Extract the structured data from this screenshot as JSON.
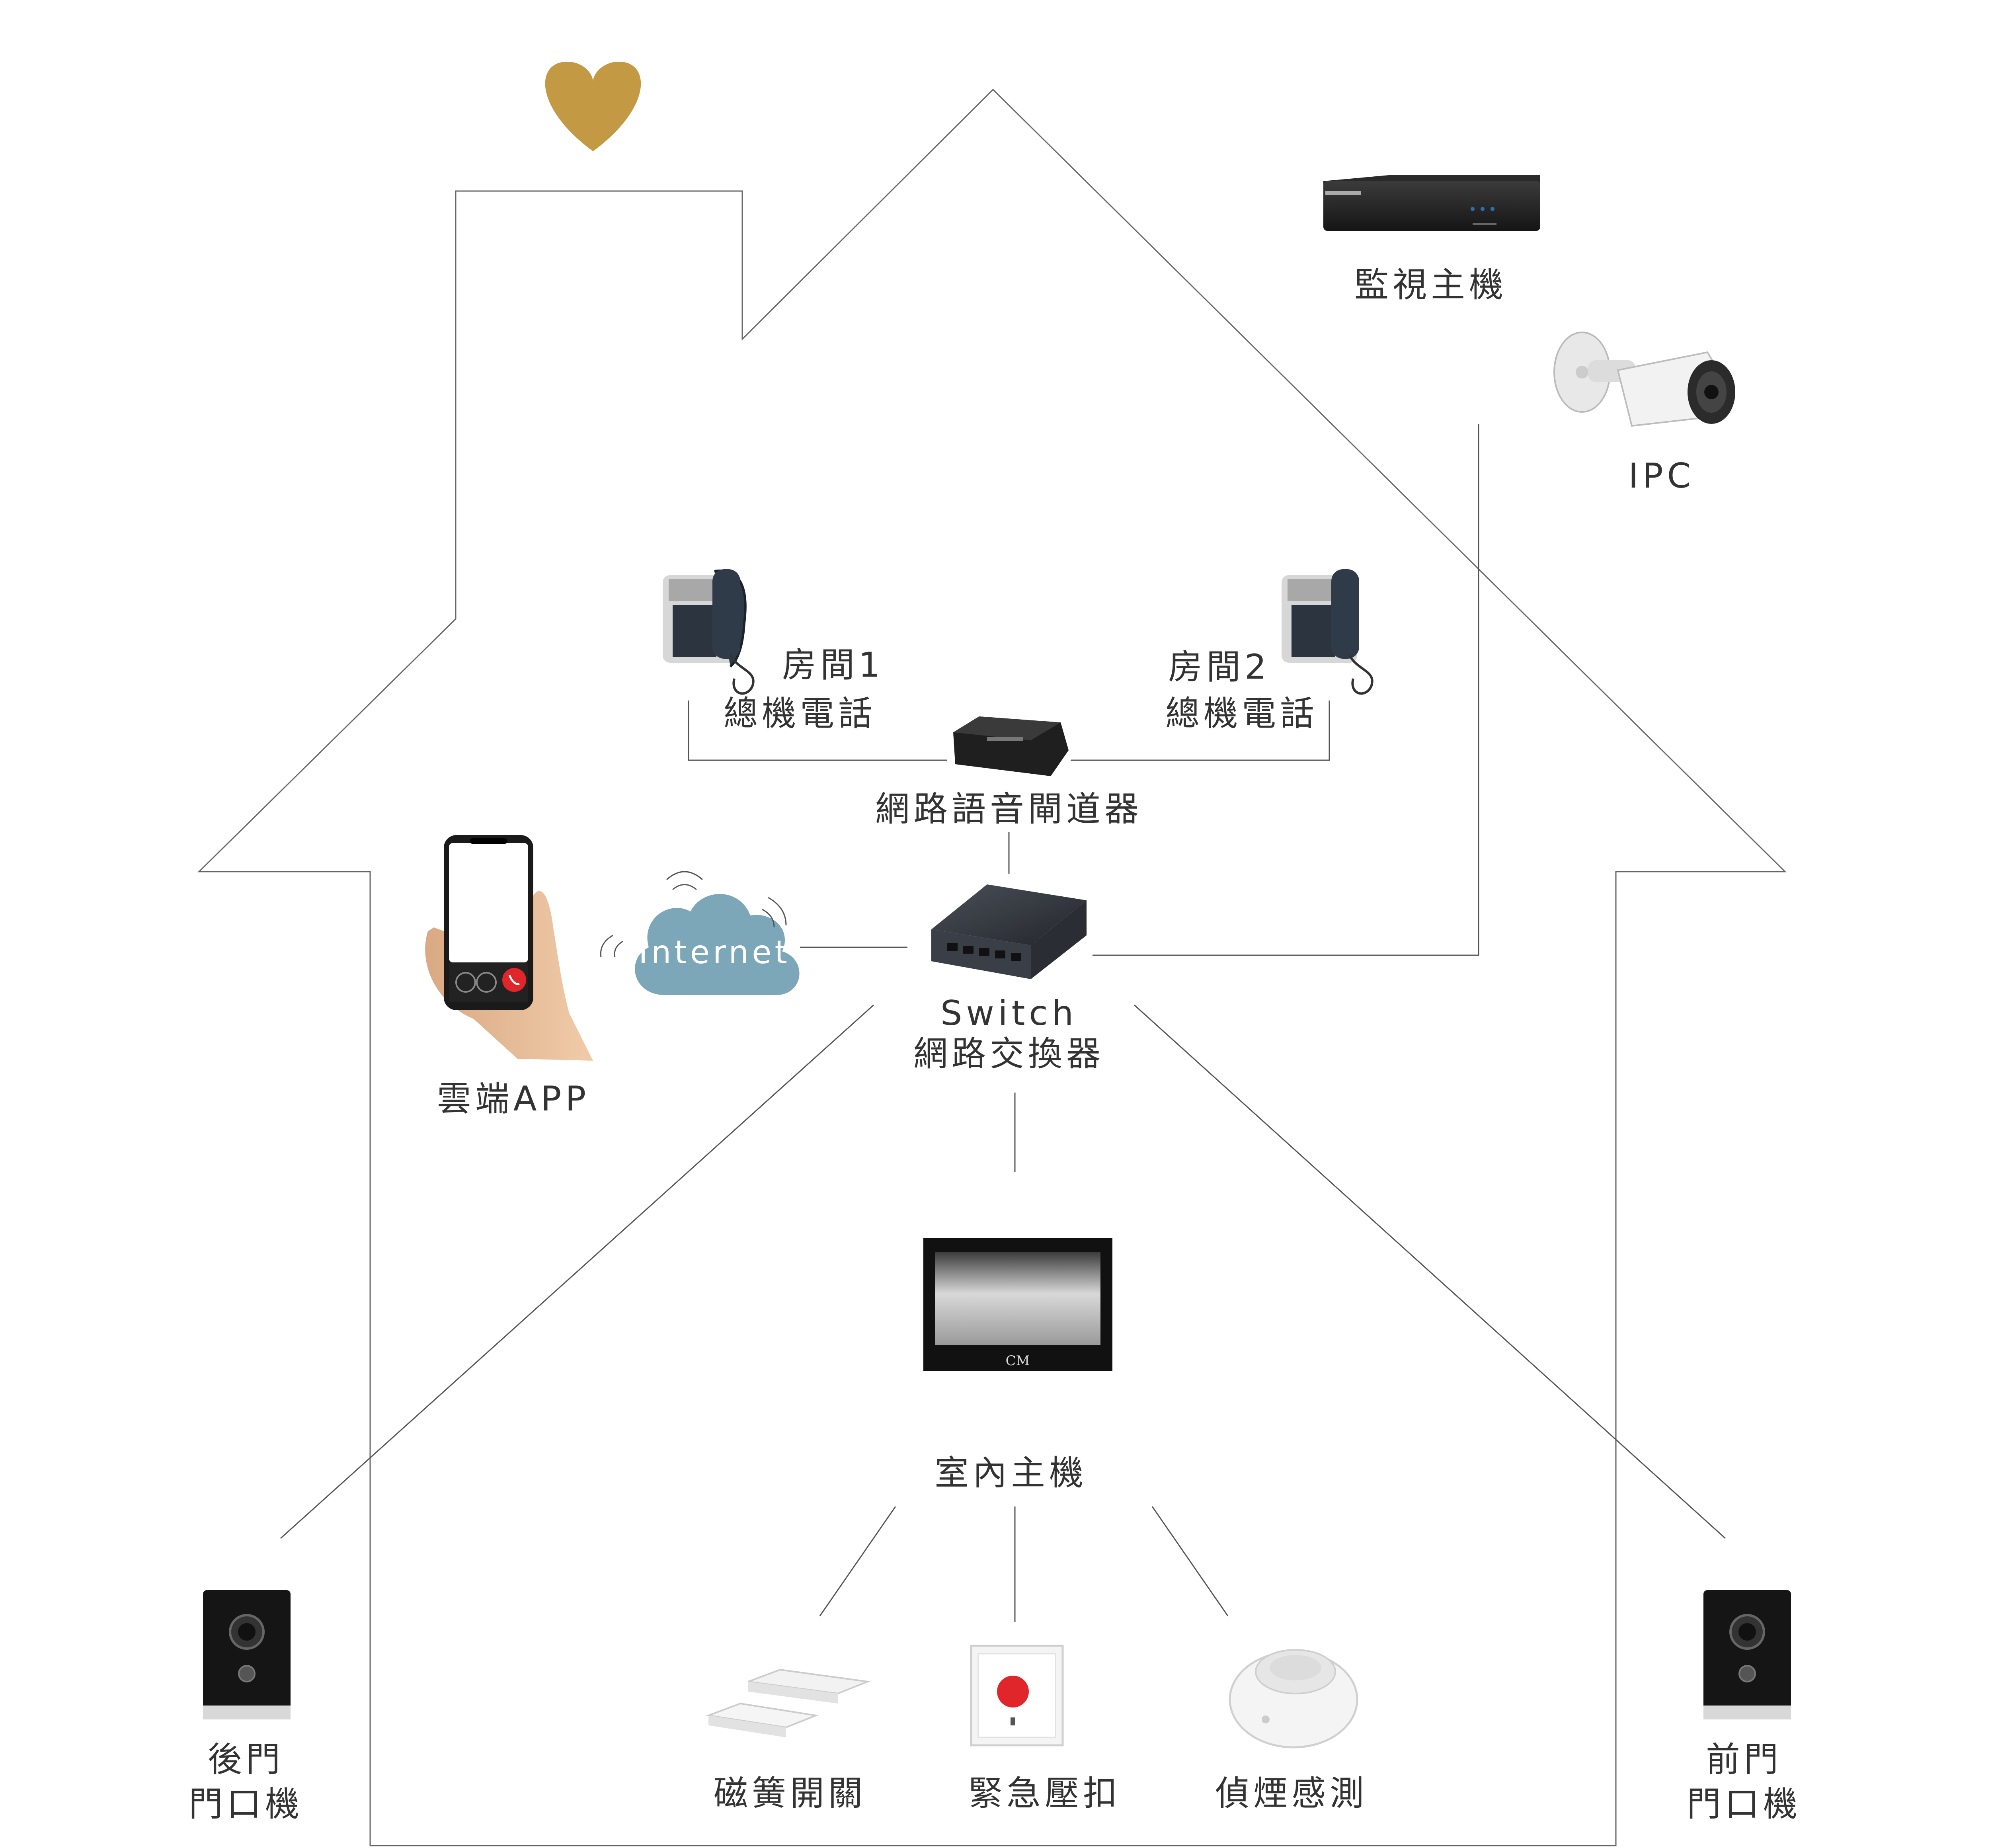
{
  "colors": {
    "heart": "#c39a43",
    "cloud": "#7ba7b8",
    "accent_red": "#e0262b",
    "line": "#555555"
  },
  "labels": {
    "nvr": "監視主機",
    "ipc": "IPC",
    "room1_line1": "房間1",
    "room1_line2": "總機電話",
    "room2_line1": "房間2",
    "room2_line2": "總機電話",
    "gateway": "網路語音閘道器",
    "internet": "Internet",
    "cloud_app": "雲端APP",
    "switch_line1": "Switch",
    "switch_line2": "網路交換器",
    "indoor_monitor": "室內主機",
    "back_door_line1": "後門",
    "back_door_line2": "門口機",
    "front_door_line1": "前門",
    "front_door_line2": "門口機",
    "magnetic_switch": "磁簧開關",
    "emergency_button": "緊急壓扣",
    "smoke_detector": "偵煙感測"
  },
  "icons": {
    "heart": "heart-icon",
    "nvr": "nvr-device-icon",
    "ipc": "bullet-camera-icon",
    "phone": "desk-phone-icon",
    "gateway": "voip-gateway-icon",
    "smartphone": "smartphone-hand-icon",
    "cloud": "cloud-icon",
    "wifi": "wifi-signal-icon",
    "switch": "network-switch-icon",
    "monitor": "indoor-monitor-icon",
    "door_station": "door-station-icon",
    "magnetic": "magnetic-switch-icon",
    "emergency": "emergency-button-icon",
    "smoke": "smoke-detector-icon"
  }
}
